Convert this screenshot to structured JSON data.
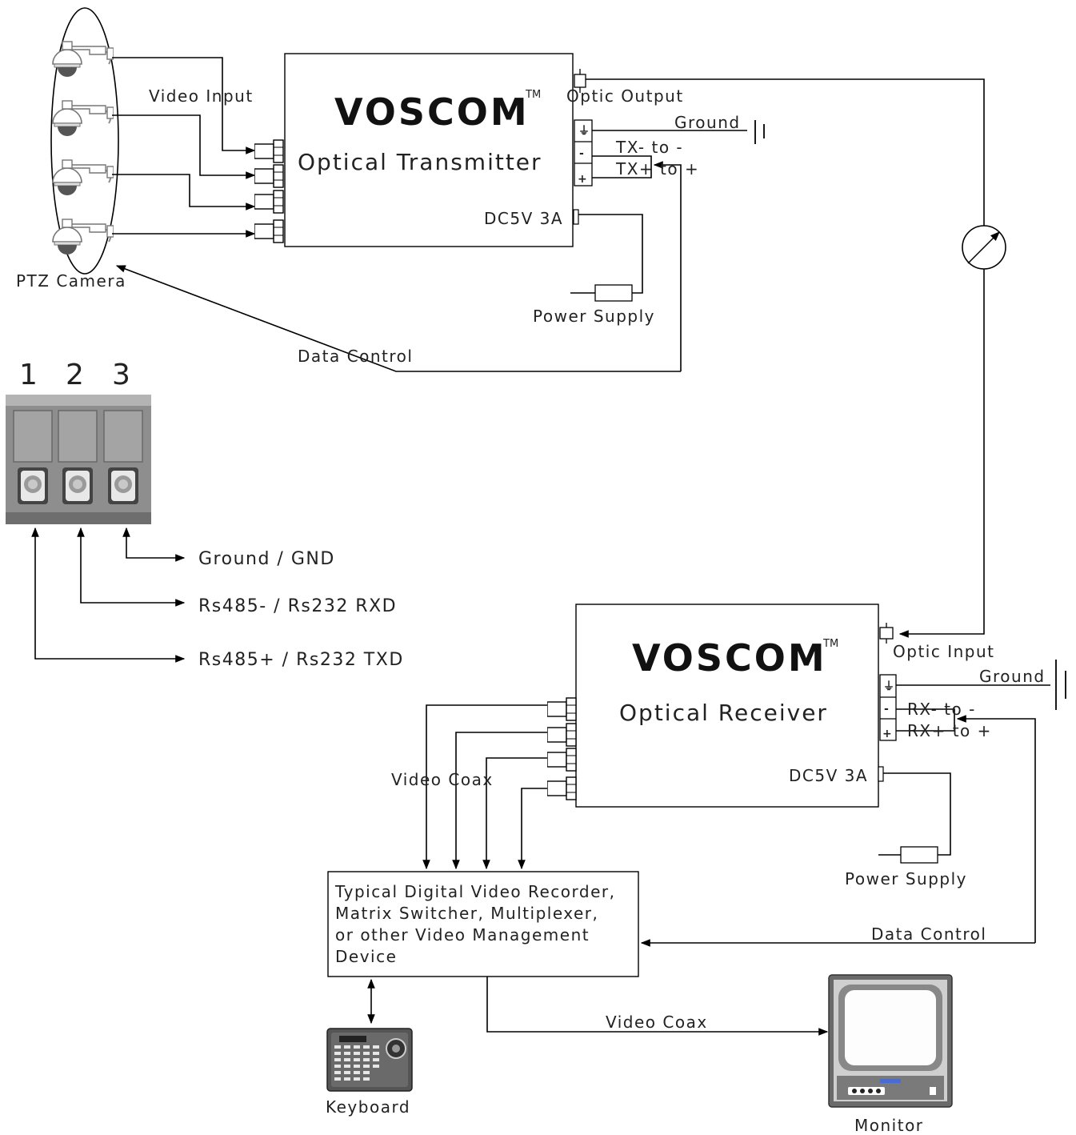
{
  "transmitter": {
    "brand": "VOSCOM",
    "trademark": "TM",
    "title": "Optical Transmitter",
    "power_rating": "DC5V 3A",
    "optic_label": "Optic Output",
    "ground_label": "Ground",
    "neg_label": "TX- to -",
    "pos_label": "TX+ to +",
    "power_supply_label": "Power Supply",
    "data_control_label": "Data Control",
    "video_input_label": "Video Input"
  },
  "camera_group": {
    "label": "PTZ Camera",
    "count": 4
  },
  "terminal_block": {
    "pin_numbers": [
      "1",
      "2",
      "3"
    ],
    "signals": [
      "Ground / GND",
      "Rs485- / Rs232 RXD",
      "Rs485+ / Rs232 TXD"
    ]
  },
  "receiver": {
    "brand": "VOSCOM",
    "trademark": "TM",
    "title": "Optical Receiver",
    "power_rating": "DC5V 3A",
    "optic_label": "Optic Input",
    "ground_label": "Ground",
    "neg_label": "RX- to -",
    "pos_label": "RX+ to +",
    "power_supply_label": "Power Supply",
    "data_control_label": "Data Control",
    "video_coax_label": "Video Coax"
  },
  "dvr": {
    "lines": [
      "Typical Digital Video Recorder,",
      "Matrix Switcher, Multiplexer,",
      "or other Video Management",
      "Device"
    ]
  },
  "output": {
    "video_coax_label": "Video Coax",
    "keyboard_label": "Keyboard",
    "monitor_label": "Monitor"
  },
  "pin_markers": {
    "ground": "⏚",
    "neg": "-",
    "pos": "+"
  }
}
